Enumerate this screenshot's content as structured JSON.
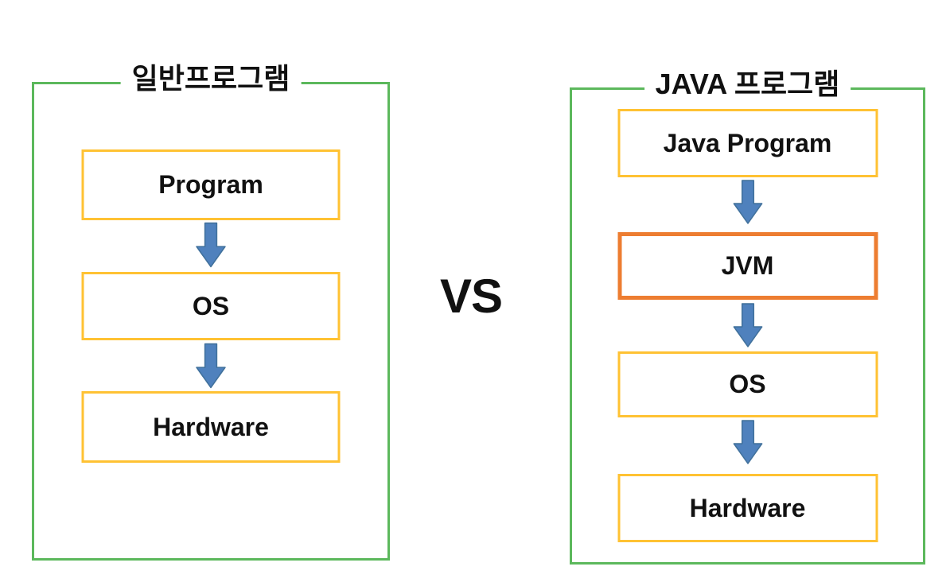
{
  "vs_label": "VS",
  "left": {
    "title": "일반프로그램",
    "boxes": [
      {
        "label": "Program"
      },
      {
        "label": "OS"
      },
      {
        "label": "Hardware"
      }
    ]
  },
  "right": {
    "title": "JAVA 프로그램",
    "boxes": [
      {
        "label": "Java Program"
      },
      {
        "label": "JVM",
        "highlight": true
      },
      {
        "label": "OS"
      },
      {
        "label": "Hardware"
      }
    ]
  },
  "icons": {
    "arrow": "down-arrow"
  },
  "colors": {
    "bg": "#FFFFFF",
    "container_border": "#5CB85C",
    "box_border": "#FFC233",
    "highlight_border": "#ED7D31",
    "arrow_fill": "#4F81BD",
    "arrow_stroke": "#41719C",
    "text_color": "#111111"
  }
}
